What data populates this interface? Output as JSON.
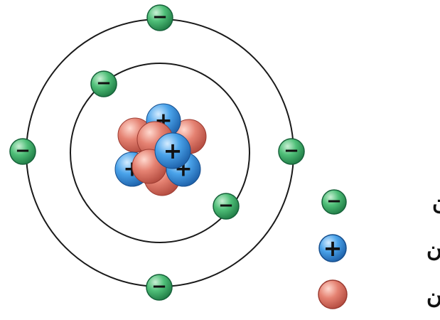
{
  "colors": {
    "electron": "#33a060",
    "proton": "#2a7fd0",
    "neutron": "#d8665a",
    "orbit": "#1a1a1a",
    "background": "#ffffff"
  },
  "symbols": {
    "electron": "−",
    "proton": "+"
  },
  "legend": {
    "electron_label": "إلكترون",
    "proton_label": "بروتون",
    "neutron_label": "نيترون"
  }
}
